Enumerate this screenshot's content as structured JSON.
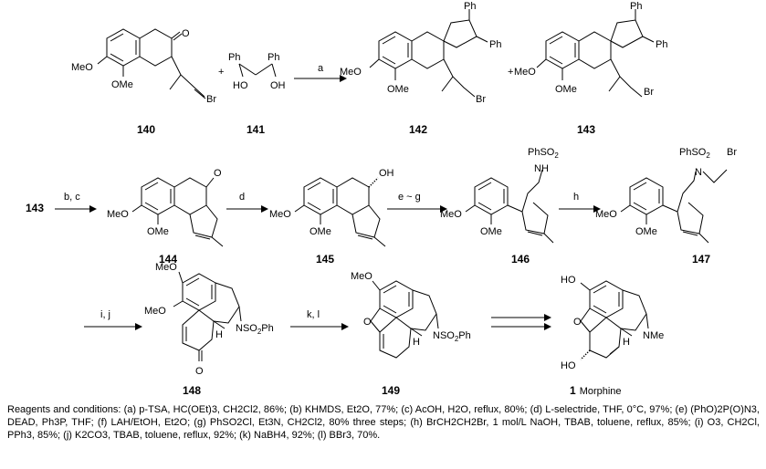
{
  "compounds": {
    "c140": "140",
    "c141": "141",
    "c142": "142",
    "c143": "143",
    "c144": "144",
    "c145": "145",
    "c146": "146",
    "c147": "147",
    "c148": "148",
    "c149": "149",
    "final_num": "1",
    "final_name": "Morphine"
  },
  "reagents": {
    "a": "a",
    "bc": "b, c",
    "d": "d",
    "eg": "e ~ g",
    "h": "h",
    "ij": "i, j",
    "kl": "k, l"
  },
  "labels": {
    "ph": "Ph",
    "meo": "MeO",
    "ome": "OMe",
    "br": "Br",
    "ho": "HO",
    "oh": "OH",
    "o": "O",
    "h": "H",
    "phso2": "PhSO",
    "sub2": "2",
    "nh": "NH",
    "n": "N",
    "nso2ph_a": "NSO",
    "nso2ph_b": "Ph",
    "nme": "NMe",
    "plus": "+",
    "start_143": "143"
  },
  "caption": "Reagents and conditions: (a) p-TSA, HC(OEt)3, CH2Cl2, 86%; (b) KHMDS, Et2O, 77%; (c) AcOH, H2O, reflux, 80%; (d) L-selectride, THF, 0°C, 97%; (e) (PhO)2P(O)N3, DEAD, Ph3P, THF; (f) LAH/EtOH, Et2O; (g) PhSO2Cl, Et3N, CH2Cl2, 80% three steps; (h) BrCH2CH2Br, 1 mol/L NaOH, TBAB, toluene, reflux, 85%; (i) O3, CH2Cl, PPh3, 85%; (j) K2CO3, TBAB, toluene, reflux, 92%; (k) NaBH4, 92%; (l) BBr3, 70%."
}
